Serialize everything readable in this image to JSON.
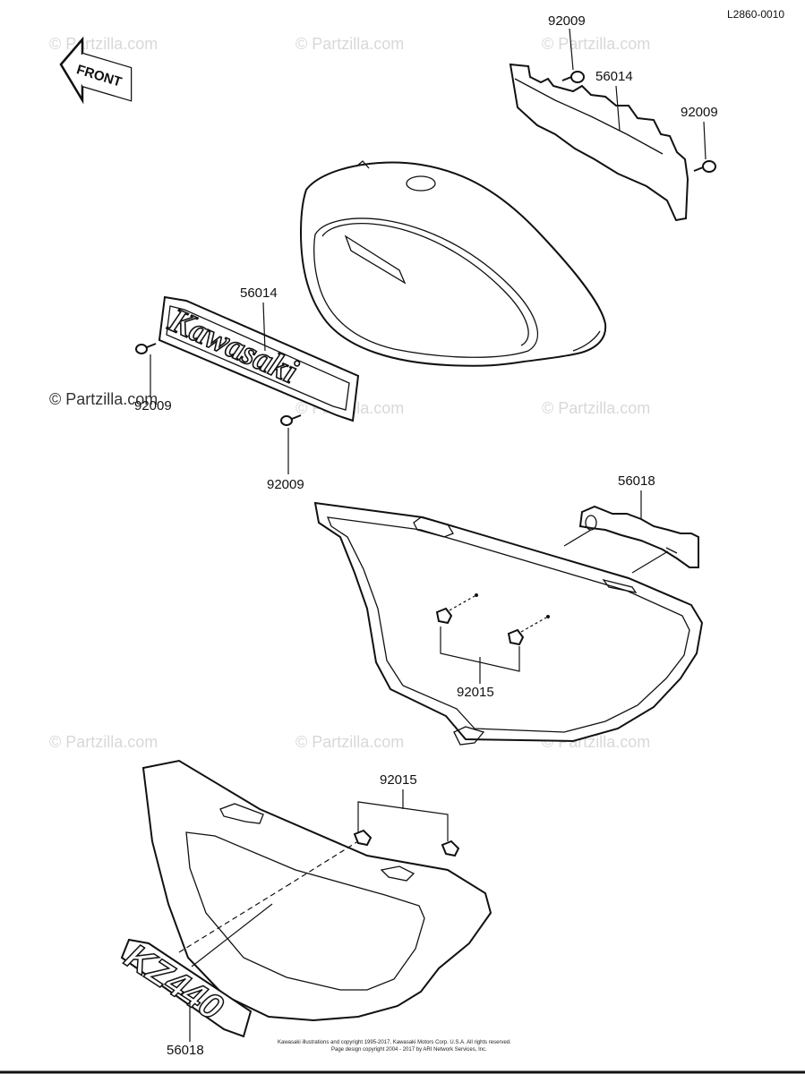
{
  "diagram": {
    "reference_code": "L2860-0010",
    "front_label": "FRONT",
    "watermark": "© Partzilla.com",
    "emblem_text": "Kawasaki",
    "side_emblem_text": "KZ440",
    "footer_line1": "Kawasaki illustrations and copyright 1995-2017, Kawasaki Motors Corp. U.S.A. All rights reserved.",
    "footer_line2": "Page design copyright 2004 - 2017 by ARI Network Services, Inc.",
    "part_labels": {
      "bolt_top": "92009",
      "bracket_top": "56014",
      "bolt_top_right": "92009",
      "emblem": "56014",
      "bolt_left": "92009",
      "bolt_bottom": "92009",
      "side_bracket": "56018",
      "grommet_mid": "92015",
      "grommet_low": "92015",
      "side_emblem": "56018"
    }
  }
}
